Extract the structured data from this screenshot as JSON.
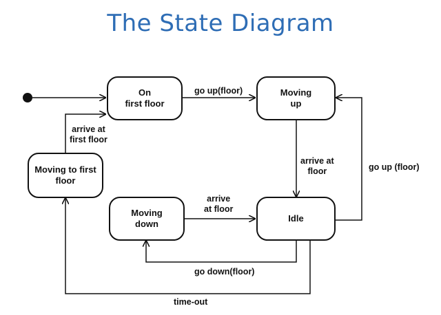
{
  "title": "The State Diagram",
  "states": {
    "on_first_floor": "On\nfirst floor",
    "moving_up": "Moving\nup",
    "moving_to_first_floor": "Moving to first\nfloor",
    "moving_down": "Moving\ndown",
    "idle": "Idle"
  },
  "transitions": {
    "go_up_floor": "go up(floor)",
    "arrive_at_first_floor": "arrive at\nfirst floor",
    "arrive_at_floor_down": "arrive\nat floor",
    "arrive_at_floor_up": "arrive at\nfloor",
    "go_up_floor_right": "go up (floor)",
    "go_down_floor": "go down(floor)",
    "time_out": "time-out"
  }
}
